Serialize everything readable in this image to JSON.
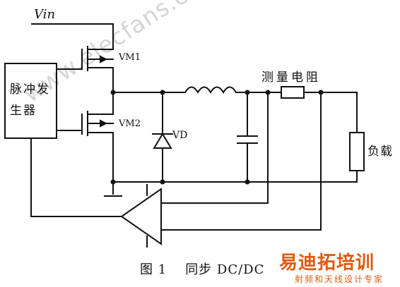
{
  "labels": {
    "vin": "Vin",
    "vm1": "VM1",
    "vm2": "VM2",
    "vd": "VD",
    "pulse_generator": "脉冲发生器",
    "sense_resistor": "测量电阻",
    "load": "负载"
  },
  "caption": {
    "figure": "图 1",
    "title": "同步 DC/DC"
  },
  "watermark": {
    "text": "www.elecfans.com",
    "logo_main": "易迪拓培训",
    "logo_sub": "射频和天线设计专家",
    "logo_color": "#e05a10"
  }
}
